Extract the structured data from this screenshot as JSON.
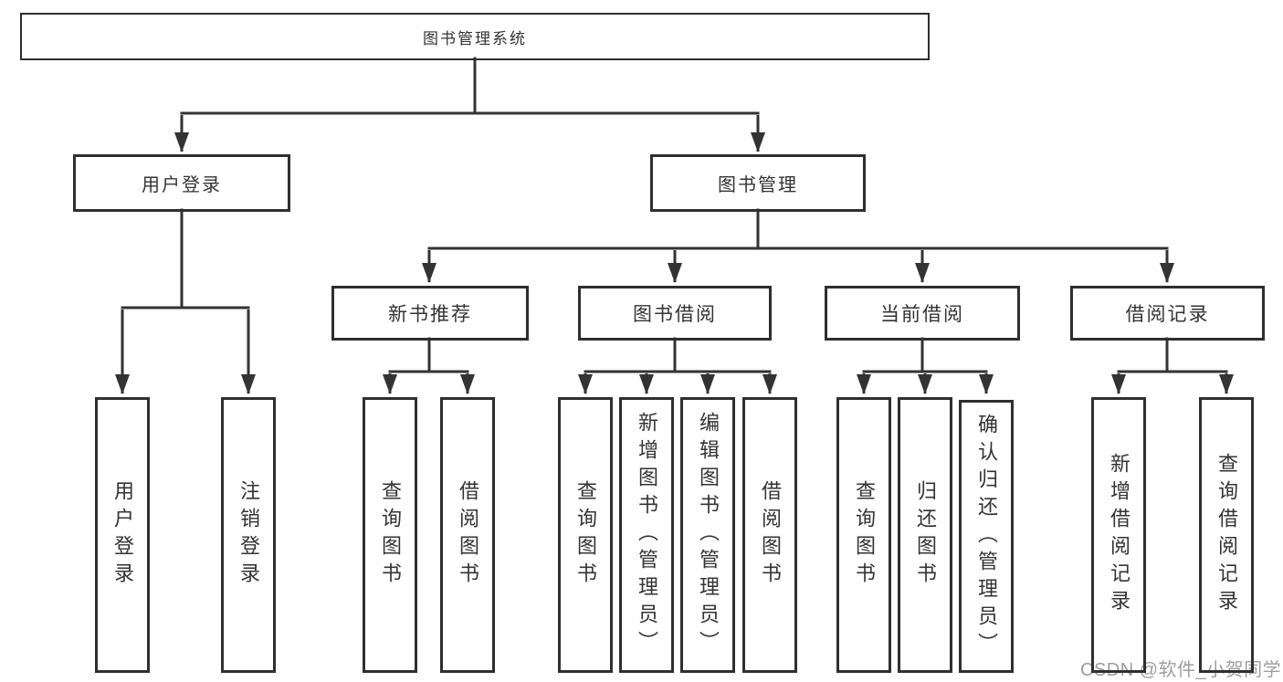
{
  "diagram": {
    "root": {
      "label": "图书管理系统"
    },
    "level2": {
      "user_login": {
        "label": "用户登录"
      },
      "book_management": {
        "label": "图书管理"
      }
    },
    "level3": {
      "new_books": {
        "label": "新书推荐"
      },
      "borrowing": {
        "label": "图书借阅"
      },
      "current": {
        "label": "当前借阅"
      },
      "records": {
        "label": "借阅记录"
      }
    },
    "leaves": {
      "user_login": [
        "用户登录",
        "注销登录"
      ],
      "new_books": [
        "查询图书",
        "借阅图书"
      ],
      "borrowing": [
        "查询图书",
        "新增图书（管理员）",
        "编辑图书（管理员）",
        "借阅图书"
      ],
      "current": [
        "查询图书",
        "归还图书",
        "确认归还（管理员）"
      ],
      "records": [
        "新增借阅记录",
        "查询借阅记录"
      ]
    },
    "watermark": "CSDN @软件_小贺同学",
    "colors": {
      "line": "#333333",
      "text": "#333333",
      "border": "#2f2f2f",
      "watermark": "#9e9e9e",
      "background": "#ffffff"
    }
  }
}
